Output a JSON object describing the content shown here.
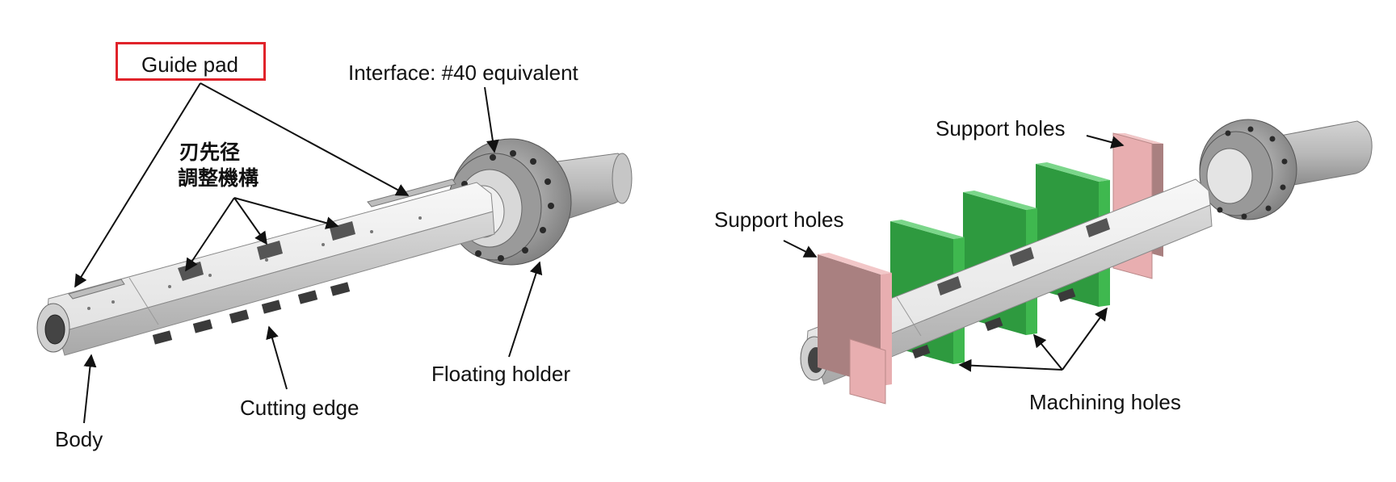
{
  "left_figure": {
    "labels": {
      "guide_pad": "Guide pad",
      "interface": "Interface: #40 equivalent",
      "adjust_mechanism_line1": "刃先径",
      "adjust_mechanism_line2": "調整機構",
      "floating_holder": "Floating holder",
      "cutting_edge": "Cutting edge",
      "body": "Body"
    },
    "highlight_color": "#e0232a"
  },
  "right_figure": {
    "labels": {
      "support_holes_top": "Support holes",
      "support_holes_left": "Support holes",
      "machining_holes": "Machining holes"
    },
    "support_block_color": "#e8aeb0",
    "machining_block_color": "#3fb84f"
  }
}
